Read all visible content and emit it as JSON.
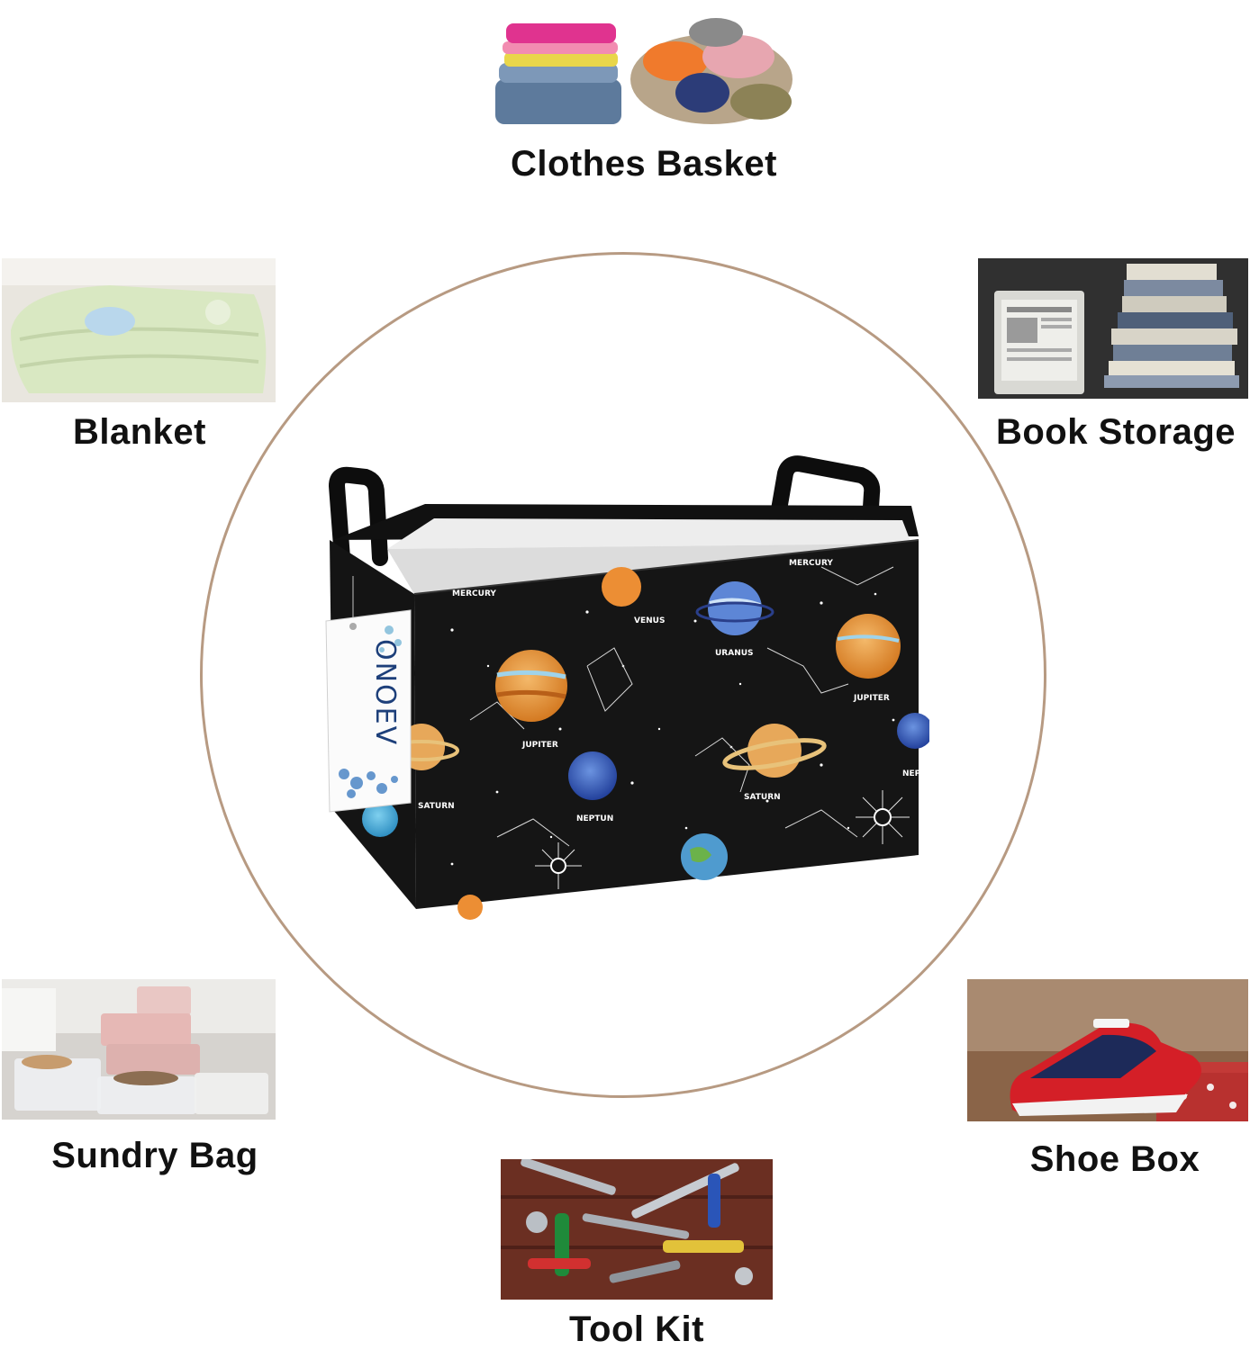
{
  "uses": {
    "clothes": "Clothes Basket",
    "blanket": "Blanket",
    "book": "Book Storage",
    "sundry": "Sundry Bag",
    "shoe": "Shoe Box",
    "tool": "Tool Kit"
  },
  "basket": {
    "brand": "ONOEV",
    "planets": {
      "mercury_left": "MERCURY",
      "venus": "VENUS",
      "mercury_right": "MERCURY",
      "uranus": "URANUS",
      "jupiter_right": "JUPITER",
      "jupiter_left": "JUPITER",
      "saturn": "SATURN",
      "saturn_side": "SATURN",
      "neptun": "NEPTUN",
      "neptun_right": "NEPT"
    }
  },
  "colors": {
    "ring": "#b79a82",
    "basket_fabric": "#141414",
    "label_text": "#111111"
  }
}
